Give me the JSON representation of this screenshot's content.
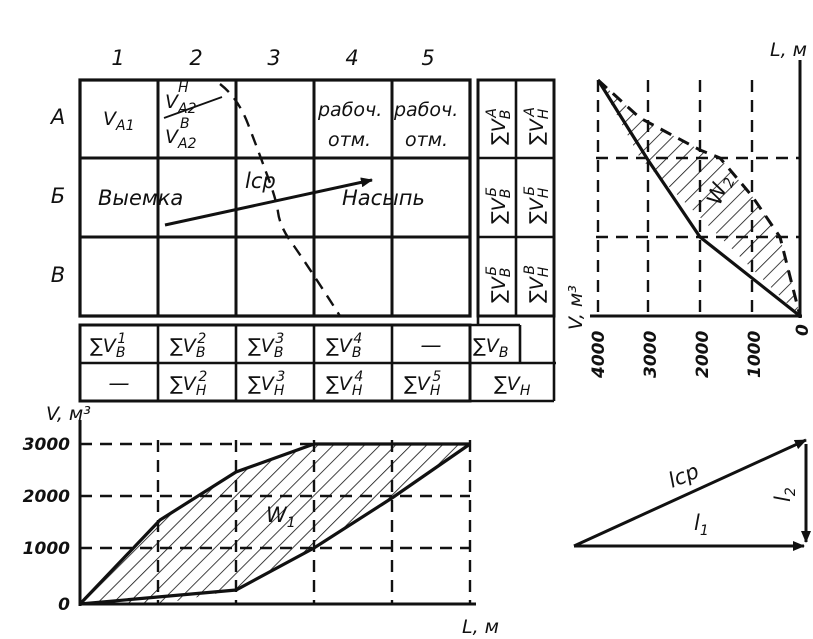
{
  "columns": [
    "1",
    "2",
    "3",
    "4",
    "5"
  ],
  "rows": [
    "А",
    "Б",
    "В"
  ],
  "cells": {
    "a1": "V",
    "a1_sub": "A1",
    "a2_top": "V",
    "a2_top_sub": "A2",
    "a2_top_sup": "Н",
    "a2_bottom": "V",
    "a2_bottom_sub": "A2",
    "a2_bottom_sup": "В",
    "a4_line1": "рабоч.",
    "a4_line2": "отм.",
    "a5_line1": "рабоч.",
    "a5_line2": "отм.",
    "cut": "Выемка",
    "fill": "Насыпь",
    "lcp": "lср"
  },
  "side_sums": [
    {
      "b_sup": "А",
      "h_sup": "А"
    },
    {
      "b_sup": "Б",
      "h_sup": "Б"
    },
    {
      "b_sup": "Б",
      "h_sup": "В"
    }
  ],
  "sum_symbol": "∑V",
  "sum_row_b": [
    "1",
    "2",
    "3",
    "4"
  ],
  "sum_row_h": [
    "2",
    "3",
    "4",
    "5"
  ],
  "dash_symbol": "—",
  "total_b": "∑V",
  "total_b_sub": "В",
  "total_h": "∑V",
  "total_h_sub": "Н",
  "sub_b": "В",
  "sub_h": "Н",
  "bottom_chart": {
    "y_axis_label": "V, м³",
    "x_axis_label": "L, м",
    "y_ticks": [
      "0",
      "1000",
      "2000",
      "3000"
    ],
    "area_label": "W",
    "area_sub": "1"
  },
  "right_chart": {
    "axis_label": "V, м³",
    "top_axis_label": "L, м",
    "ticks": [
      "4000",
      "3000",
      "2000",
      "1000",
      "0"
    ],
    "area_label": "W",
    "area_sub": "2"
  },
  "vector_triangle": {
    "hyp": "lср",
    "base": "l",
    "base_sub": "1",
    "vert": "l",
    "vert_sub": "2"
  }
}
